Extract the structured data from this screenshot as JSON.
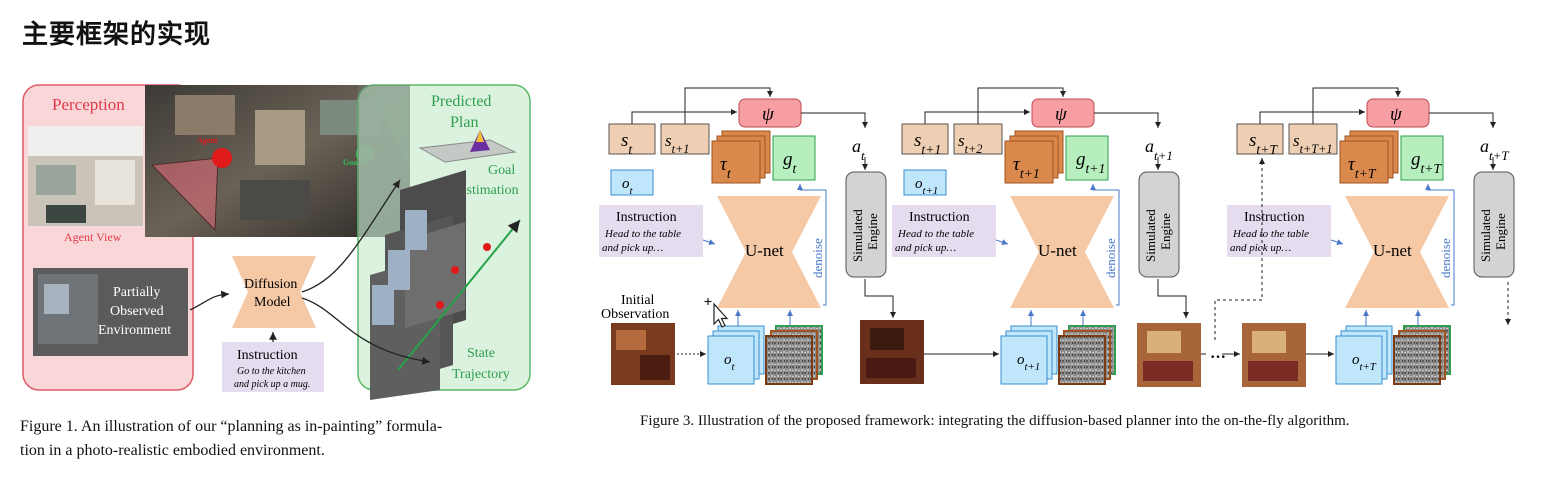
{
  "slide_title": "主要框架的实现",
  "figure1": {
    "perception_label": "Perception",
    "agent_view_label": "Agent View",
    "agent_marker_label": "Agent",
    "goal_marker_label": "Goal",
    "predicted_plan_label_1": "Predicted",
    "predicted_plan_label_2": "Plan",
    "goal_estimation_label_1": "Goal",
    "goal_estimation_label_2": "Estimation",
    "pov_label_1": "Partially",
    "pov_label_2": "Observed",
    "pov_label_3": "Environment",
    "diffusion_label_1": "Diffusion",
    "diffusion_label_2": "Model",
    "instruction_title": "Instruction",
    "instruction_text_1": "Go to the kitchen",
    "instruction_text_2": "and pick up a mug.",
    "state_label_1": "State",
    "state_label_2": "Trajectory",
    "caption_line1": "Figure 1. An illustration of our “planning as in-painting” formula-",
    "caption_line2": "tion in a photo-realistic embodied environment."
  },
  "figure3": {
    "psi": "ψ",
    "instruction_title": "Instruction",
    "instruction_text_1": "Head to the table",
    "instruction_text_2": "and pick up…",
    "unet_label": "U-net",
    "denoise_label": "denoise",
    "engine_label_1": "Simulated",
    "engine_label_2": "Engine",
    "initial_obs_1": "Initial",
    "initial_obs_2": "Observation",
    "ellipsis": "···",
    "blocks": [
      {
        "s_a": "s",
        "s_a_sub": "t",
        "s_b": "s",
        "s_b_sub": "t+1",
        "tau_sub": "t",
        "g_sub": "t",
        "a_sub": "t",
        "o_top": "o",
        "o_top_sub": "t",
        "o_bot_sub": "t"
      },
      {
        "s_a": "s",
        "s_a_sub": "t+1",
        "s_b": "s",
        "s_b_sub": "t+2",
        "tau_sub": "t+1",
        "g_sub": "t+1",
        "a_sub": "t+1",
        "o_top": "o",
        "o_top_sub": "t+1",
        "o_bot_sub": "t+1"
      },
      {
        "s_a": "s",
        "s_a_sub": "t+T",
        "s_b": "s",
        "s_b_sub": "t+T+1",
        "tau_sub": "t+T",
        "g_sub": "t+T",
        "a_sub": "t+T",
        "o_top": "",
        "o_top_sub": "",
        "o_bot_sub": "t+T"
      }
    ],
    "caption": "Figure 3. Illustration of the proposed framework: integrating the diffusion-based planner into the on-the-fly algorithm."
  },
  "colors": {
    "perception_bg": "#f9d7d9",
    "perception_border": "#e05a68",
    "plan_bg": "#d5f0d9",
    "plan_border": "#5cb86a",
    "unet_fill": "#f6c9a6",
    "psi_fill": "#f79ea3",
    "s_fill": "#efcfb3",
    "o_fill": "#bfe6fb",
    "g_fill": "#b6efbd",
    "tau_fill": "#d9894c",
    "instruction_fill": "#e6dcf0",
    "engine_fill": "#d3d3d3",
    "denoise_color": "#4a78c9"
  }
}
